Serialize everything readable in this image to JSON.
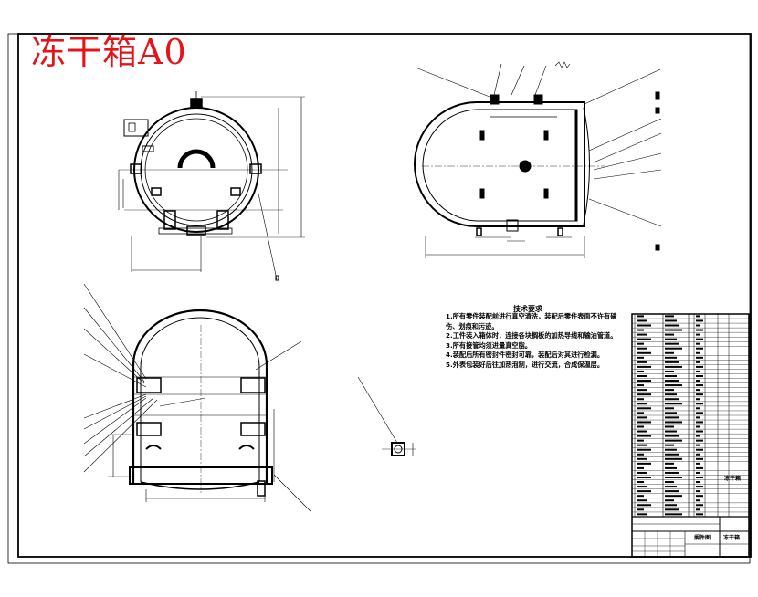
{
  "drawing": {
    "title": "冻干箱A0",
    "tech_requirements_title": "技术要求",
    "tech_requirements": [
      "1.所有零件装配前进行真空清洗，装配后零件表面不许有磕伤、划痕和污迹。",
      "2.工件装入箱体时，连接各块搁板的加热导线和输油管道。",
      "3.所有接管均须进量真空脂。",
      "4.装配后所有密封件密封可靠，装配后对其进行检漏。",
      "5.外表包装好后往加热泡制，进行交流，合成保温层。"
    ],
    "title_block": {
      "name": "冻干箱",
      "part_label": "搁件图"
    }
  },
  "colors": {
    "title_red": "#e4141b",
    "line": "#000000"
  }
}
